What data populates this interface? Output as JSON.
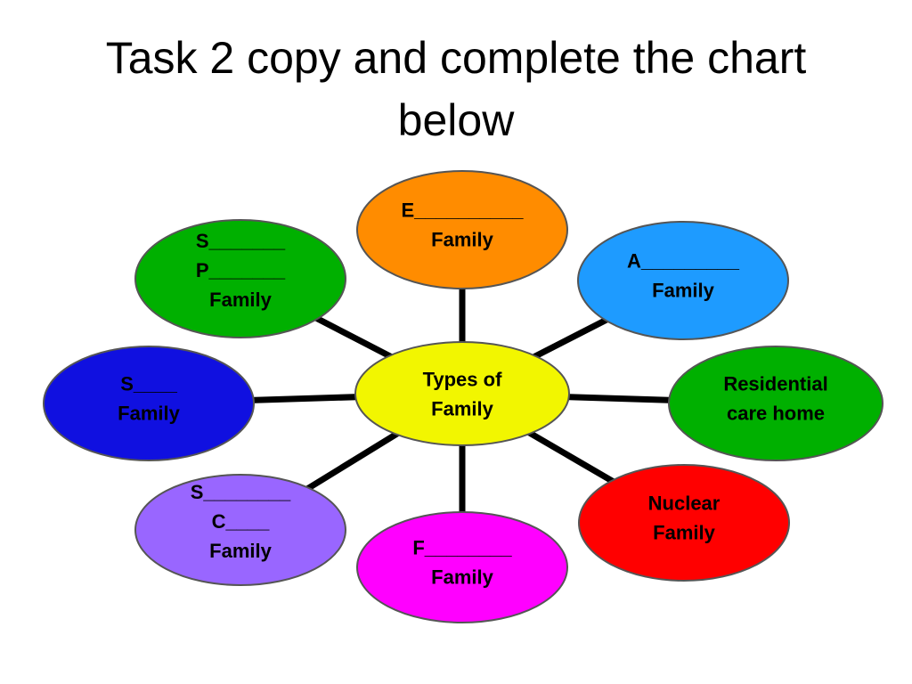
{
  "title": {
    "line1": "Task 2 copy and complete the chart",
    "line2": "below"
  },
  "center": {
    "lines": [
      "Types of",
      "Family"
    ],
    "fill": "#f2f600"
  },
  "nodes": [
    {
      "id": "extended",
      "lines": [
        "E__________",
        "Family"
      ],
      "fill": "#ff8c00"
    },
    {
      "id": "adoptive",
      "lines": [
        "A_________",
        "Family"
      ],
      "fill": "#1e9bff"
    },
    {
      "id": "residential",
      "lines": [
        "Residential",
        "care home"
      ],
      "fill": "#00b000"
    },
    {
      "id": "nuclear",
      "lines": [
        "Nuclear",
        "Family"
      ],
      "fill": "#ff0000"
    },
    {
      "id": "foster",
      "lines": [
        "F________",
        "Family"
      ],
      "fill": "#ff00ff"
    },
    {
      "id": "step-child",
      "lines": [
        "S________",
        "C____",
        "Family"
      ],
      "fill": "#9966ff"
    },
    {
      "id": "single",
      "lines": [
        "S____",
        "Family"
      ],
      "fill": "#1010e0"
    },
    {
      "id": "single-parent",
      "lines": [
        "S_______",
        "P_______",
        "Family"
      ],
      "fill": "#00b000"
    }
  ],
  "colors": {
    "connector": "#000000",
    "outline": "#555555"
  }
}
